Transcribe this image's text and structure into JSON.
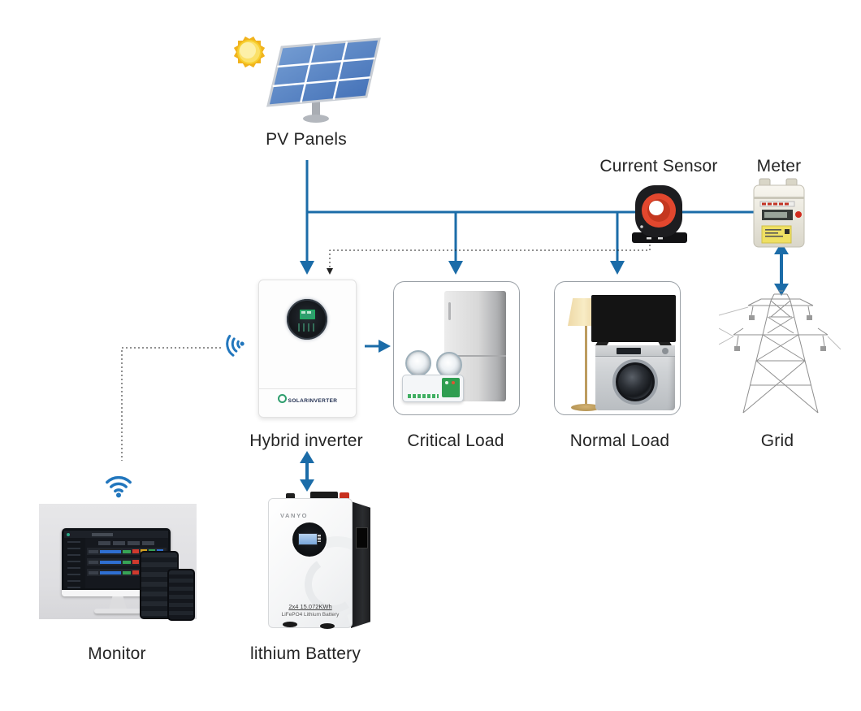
{
  "labels": {
    "pv": "PV Panels",
    "current_sensor": "Current Sensor",
    "meter": "Meter",
    "inverter": "Hybrid inverter",
    "critical": "Critical Load",
    "normal": "Normal Load",
    "grid": "Grid",
    "monitor": "Monitor",
    "battery": "lithium Battery"
  },
  "inverter": {
    "brand": "SOLARINVERTER"
  },
  "battery": {
    "brand": "VANYO",
    "spec": "2x4  15.072KWh",
    "type": "LiFePO4 Lithium Battery"
  },
  "icons": {
    "sun": "sun-icon",
    "solar_panel": "solar-panel-icon",
    "wifi": "wifi-icon",
    "current_sensor": "current-transformer-icon",
    "meter": "energy-meter-icon",
    "grid": "transmission-tower-icon"
  },
  "colors": {
    "line_blue": "#1b6ca8",
    "wifi_blue": "#2176bd",
    "dash_black": "#222222",
    "label": "#252525",
    "sensor_ring": "#e2472e",
    "accent_teal": "#2f9e6e"
  }
}
